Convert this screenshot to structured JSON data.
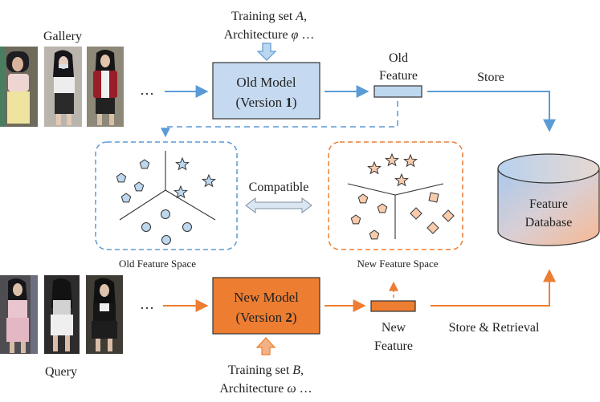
{
  "gallery": {
    "label": "Gallery",
    "ellipsis": "…",
    "training_line1_prefix": "Training set ",
    "training_line1_var": "A",
    "training_line1_suffix": ",",
    "training_line2_prefix": "Architecture ",
    "training_line2_var": "φ",
    "training_line2_suffix": " …",
    "model_line1": "Old Model",
    "model_line2_prefix": "(Version ",
    "model_line2_num": "1",
    "model_line2_suffix": ")",
    "feature_line1": "Old",
    "feature_line2": "Feature",
    "store_label": "Store"
  },
  "query": {
    "label": "Query",
    "ellipsis": "…",
    "training_line1_prefix": "Training set ",
    "training_line1_var": "B",
    "training_line1_suffix": ",",
    "training_line2_prefix": "Architecture ",
    "training_line2_var": "ω",
    "training_line2_suffix": " …",
    "model_line1": "New Model",
    "model_line2_prefix": "(Version ",
    "model_line2_num": "2",
    "model_line2_suffix": ")",
    "feature_line1": "New",
    "feature_line2": "Feature",
    "store_label": "Store & Retrieval"
  },
  "spaces": {
    "old_label": "Old Feature Space",
    "new_label": "New Feature Space",
    "compatible_label": "Compatible"
  },
  "database": {
    "line1": "Feature",
    "line2": "Database"
  },
  "colors": {
    "blue_stroke": "#5b9bd5",
    "blue_fill": "#bdd7ee",
    "blue_box": "#c5daf0",
    "orange_stroke": "#ed7d31",
    "orange_fill": "#f8cbad",
    "orange_box": "#ed7d31",
    "dark": "#333333"
  },
  "icons": [
    "person-photo-icon",
    "star-icon",
    "pentagon-icon",
    "circle-icon",
    "diamond-icon",
    "cylinder-icon"
  ]
}
